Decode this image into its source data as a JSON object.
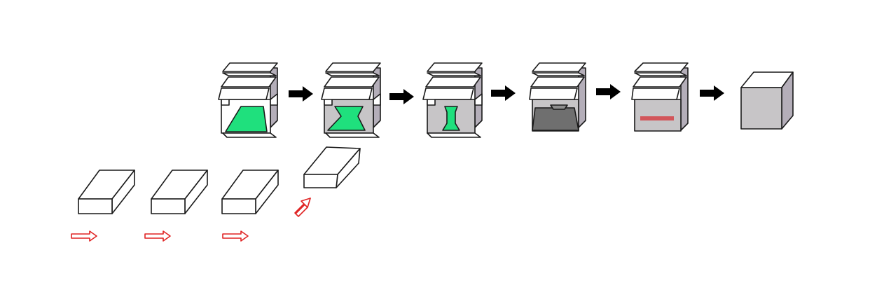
{
  "diagram": {
    "background": "#ffffff",
    "colors": {
      "green_fill": "#1fe07d",
      "box_side": "#b4aeb9",
      "box_front_grey": "#c7c5c7",
      "box_front_dark": "#6f6f6f",
      "red_tape": "#d2555a",
      "process_arrow": "#000000",
      "feed_arrow": "#e02424",
      "outline": "#1a1a1a"
    },
    "process_stages": [
      {
        "id": 1,
        "state": "open box, flaps open, green insert fills front"
      },
      {
        "id": 2,
        "state": "open box, green insert narrowing"
      },
      {
        "id": 3,
        "state": "open box, narrow green insert"
      },
      {
        "id": 4,
        "state": "bottom flaps folded (dark)"
      },
      {
        "id": 5,
        "state": "taped with red strip"
      },
      {
        "id": 6,
        "state": "closed box"
      }
    ],
    "feed_items": [
      {
        "id": 1,
        "arrow": "right"
      },
      {
        "id": 2,
        "arrow": "right"
      },
      {
        "id": 3,
        "arrow": "right"
      },
      {
        "id": 4,
        "arrow": "up-right"
      }
    ]
  }
}
